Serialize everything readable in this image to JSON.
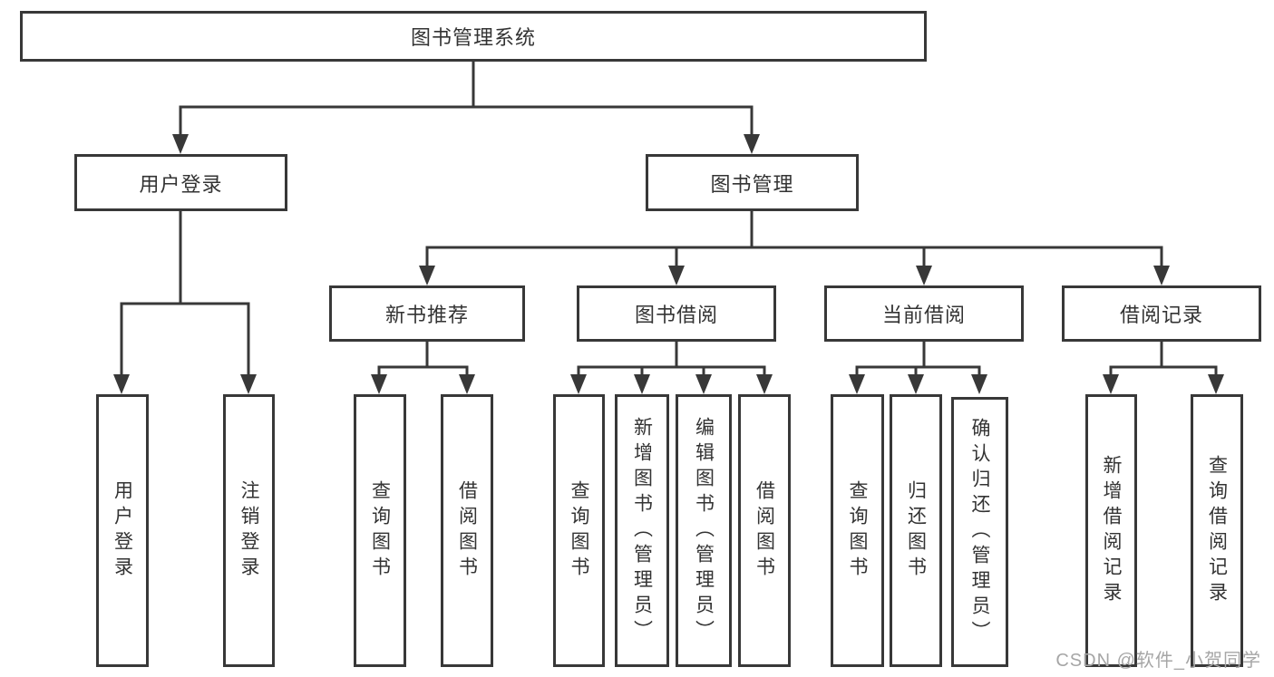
{
  "diagram": {
    "type": "hierarchy-tree",
    "tree": {
      "label": "图书管理系统",
      "children": [
        {
          "label": "用户登录",
          "children": [
            {
              "label": "用户登录"
            },
            {
              "label": "注销登录"
            }
          ]
        },
        {
          "label": "图书管理",
          "children": [
            {
              "label": "新书推荐",
              "children": [
                {
                  "label": "查询图书"
                },
                {
                  "label": "借阅图书"
                }
              ]
            },
            {
              "label": "图书借阅",
              "children": [
                {
                  "label": "查询图书"
                },
                {
                  "label": "新增图书（管理员）"
                },
                {
                  "label": "编辑图书（管理员）"
                },
                {
                  "label": "借阅图书"
                }
              ]
            },
            {
              "label": "当前借阅",
              "children": [
                {
                  "label": "查询图书"
                },
                {
                  "label": "归还图书"
                },
                {
                  "label": "确认归还（管理员）"
                }
              ]
            },
            {
              "label": "借阅记录",
              "children": [
                {
                  "label": "新增借阅记录"
                },
                {
                  "label": "查询借阅记录"
                }
              ]
            }
          ]
        }
      ]
    }
  },
  "colors": {
    "line": "#383838",
    "box_border": "#383838",
    "text": "#333333",
    "background": "#ffffff",
    "watermark": "#a6a6a6"
  },
  "watermark": {
    "text": "CSDN @软件_小贺同学"
  }
}
